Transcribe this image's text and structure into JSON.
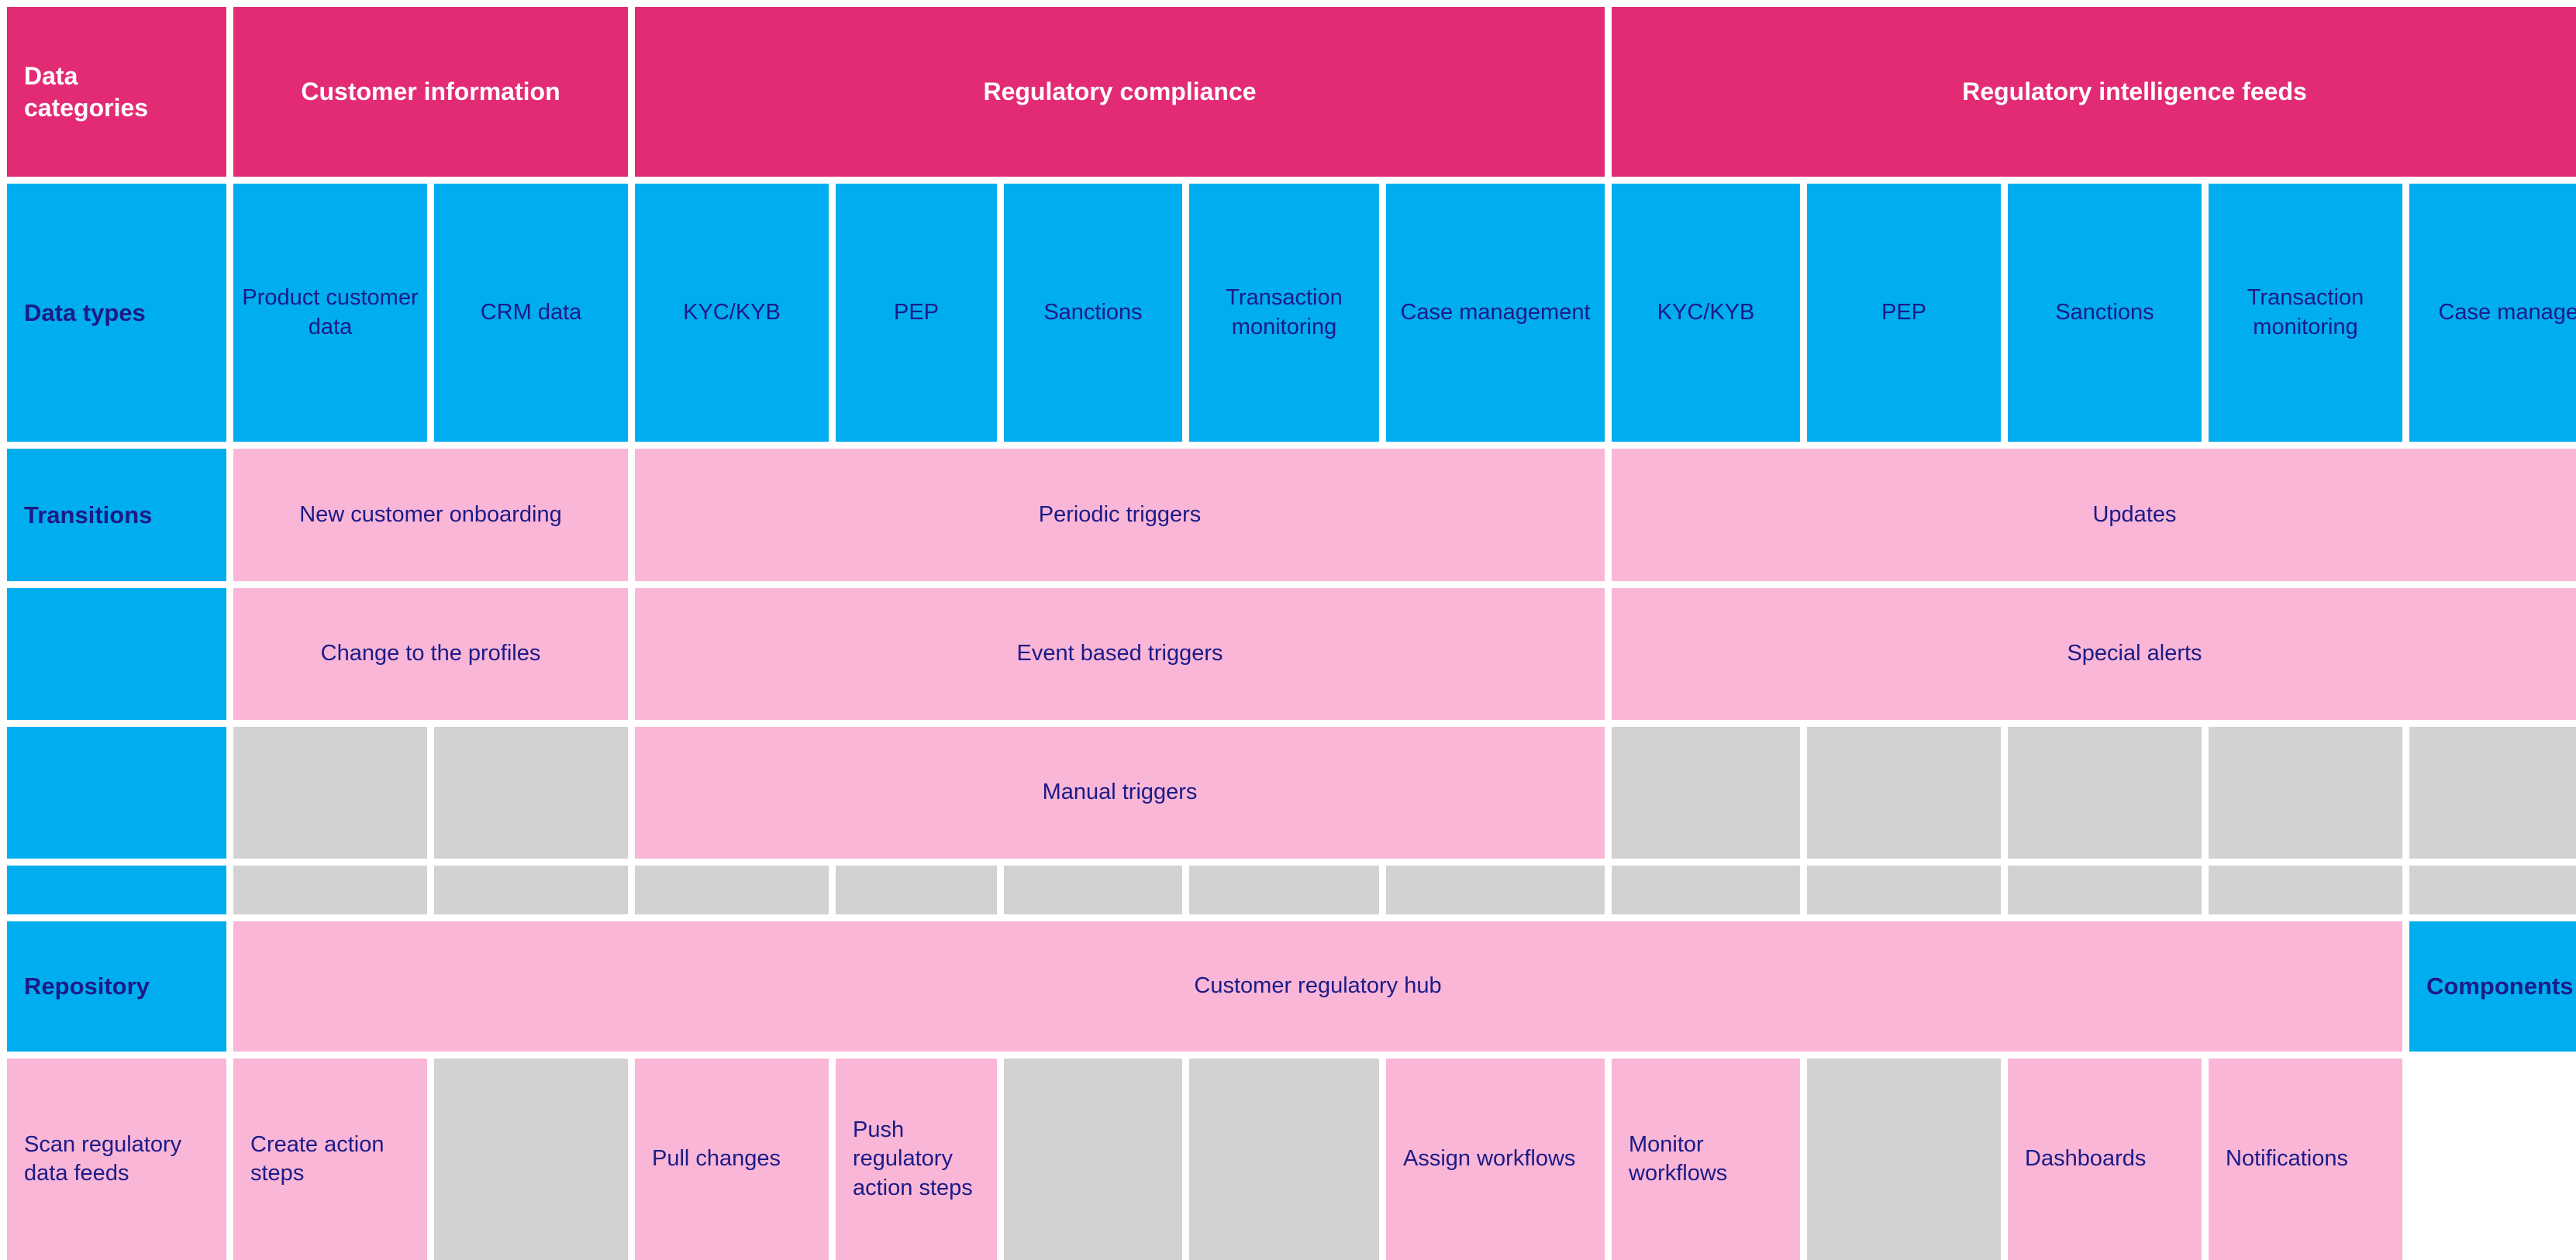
{
  "row_labels": {
    "data_categories": "Data\ncategories",
    "data_types": "Data types",
    "transitions": "Transitions",
    "transitions_2": "",
    "transitions_3": "",
    "thin": "",
    "repository": "Repository",
    "components": "Components"
  },
  "colors": {
    "magenta": "#E32B75",
    "blue": "#00ADEF",
    "pink": "#FAB6D7",
    "gray": "#D2D2D2",
    "navy_text": "#1B1B87",
    "white_text": "#FFFFFF"
  },
  "categories": [
    {
      "label": "Customer information",
      "span": 2
    },
    {
      "label": "Regulatory compliance",
      "span": 5
    },
    {
      "label": "Regulatory intelligence feeds",
      "span": 5
    }
  ],
  "data_types": [
    "Product customer data",
    "CRM data",
    "KYC/KYB",
    "PEP",
    "Sanctions",
    "Transaction monitoring",
    "Case management",
    "KYC/KYB",
    "PEP",
    "Sanctions",
    "Transaction monitoring",
    "Case management"
  ],
  "transitions_row1": [
    {
      "label": "New customer onboarding",
      "span": 2,
      "fill": "pink"
    },
    {
      "label": "Periodic triggers",
      "span": 5,
      "fill": "pink"
    },
    {
      "label": "Updates",
      "span": 5,
      "fill": "pink"
    }
  ],
  "transitions_row2": [
    {
      "label": "Change to the profiles",
      "span": 2,
      "fill": "pink"
    },
    {
      "label": "Event based triggers",
      "span": 5,
      "fill": "pink"
    },
    {
      "label": "Special alerts",
      "span": 5,
      "fill": "pink"
    }
  ],
  "transitions_row3": [
    {
      "label": "",
      "span": 1,
      "fill": "gray"
    },
    {
      "label": "",
      "span": 1,
      "fill": "gray"
    },
    {
      "label": "Manual triggers",
      "span": 5,
      "fill": "pink"
    },
    {
      "label": "",
      "span": 1,
      "fill": "gray"
    },
    {
      "label": "",
      "span": 1,
      "fill": "gray"
    },
    {
      "label": "",
      "span": 1,
      "fill": "gray"
    },
    {
      "label": "",
      "span": 1,
      "fill": "gray"
    },
    {
      "label": "",
      "span": 1,
      "fill": "gray"
    }
  ],
  "thin_row": [
    {
      "label": "",
      "span": 1,
      "fill": "gray"
    },
    {
      "label": "",
      "span": 1,
      "fill": "gray"
    },
    {
      "label": "",
      "span": 1,
      "fill": "gray"
    },
    {
      "label": "",
      "span": 1,
      "fill": "gray"
    },
    {
      "label": "",
      "span": 1,
      "fill": "gray"
    },
    {
      "label": "",
      "span": 1,
      "fill": "gray"
    },
    {
      "label": "",
      "span": 1,
      "fill": "gray"
    },
    {
      "label": "",
      "span": 1,
      "fill": "gray"
    },
    {
      "label": "",
      "span": 1,
      "fill": "gray"
    },
    {
      "label": "",
      "span": 1,
      "fill": "gray"
    },
    {
      "label": "",
      "span": 1,
      "fill": "gray"
    }
  ],
  "repository_row": [
    {
      "label": "Customer regulatory hub",
      "span": 11,
      "fill": "pink"
    }
  ],
  "components_row": [
    {
      "label": "Scan regulatory data feeds",
      "span": 1,
      "fill": "pink"
    },
    {
      "label": "Create action steps",
      "span": 1,
      "fill": "pink"
    },
    {
      "label": "",
      "span": 1,
      "fill": "gray"
    },
    {
      "label": "Pull changes",
      "span": 1,
      "fill": "pink"
    },
    {
      "label": "Push regulatory action steps",
      "span": 1,
      "fill": "pink"
    },
    {
      "label": "",
      "span": 1,
      "fill": "gray"
    },
    {
      "label": "",
      "span": 1,
      "fill": "gray"
    },
    {
      "label": "Assign workflows",
      "span": 1,
      "fill": "pink"
    },
    {
      "label": "Monitor workflows",
      "span": 1,
      "fill": "pink"
    },
    {
      "label": "",
      "span": 1,
      "fill": "gray"
    },
    {
      "label": "Dashboards",
      "span": 1,
      "fill": "pink"
    },
    {
      "label": "Notifications",
      "span": 1,
      "fill": "pink"
    }
  ]
}
